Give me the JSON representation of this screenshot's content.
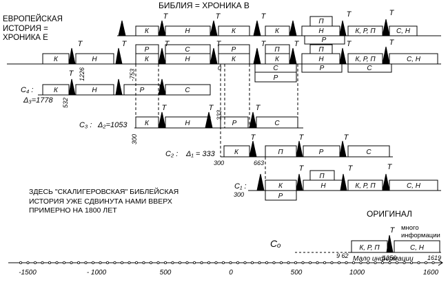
{
  "title_bible": "БИБЛИЯ = ХРОНИКА В",
  "title_europe": "ЕВРОПЕЙСКАЯ\nИСТОРИЯ =\nХРОНИКА Е",
  "note_scaliger": "ЗДЕСЬ \"СКАЛИГЕРОВСКАЯ\" БИБЛЕЙСКАЯ\nИСТОРИЯ УЖЕ СДВИНУТА НАМИ ВВЕРХ\nПРИМЕРНО НА 1800 ЛЕТ",
  "original_label": "ОРИГИНАЛ",
  "much_info": "много\nинформации",
  "little_info": "Мало информации",
  "marker_T": "Т",
  "chron_labels": {
    "c4": "C₄ :",
    "c3": "C₃ :",
    "c2": "C₂ :",
    "c1": "C₁ :",
    "c0": "Cₒ",
    "d3": "Δ₃=1778",
    "d2": "Δ₂=1053",
    "d1": "Δ₁ = 333"
  },
  "year_labels": {
    "y1226": "1226",
    "y753": "-753",
    "y0": "0",
    "y532": "532",
    "y333": "333",
    "y300a": "300",
    "y300b": "300",
    "y663": "663",
    "y300c": "300",
    "y962": "9 62",
    "y1250": "1250",
    "y1619": "1619"
  },
  "axis_ticks": [
    "-1500",
    "- 1000",
    "500",
    "0",
    "500",
    "1000",
    "1600"
  ],
  "blocks": {
    "K": "К",
    "N": "Н",
    "R": "Р",
    "S": "С",
    "P": "П",
    "KRP": "К, Р, П",
    "SN": "С, Н",
    "KoRP": "К, Р, П",
    "KRP0": "К, Р, П"
  }
}
